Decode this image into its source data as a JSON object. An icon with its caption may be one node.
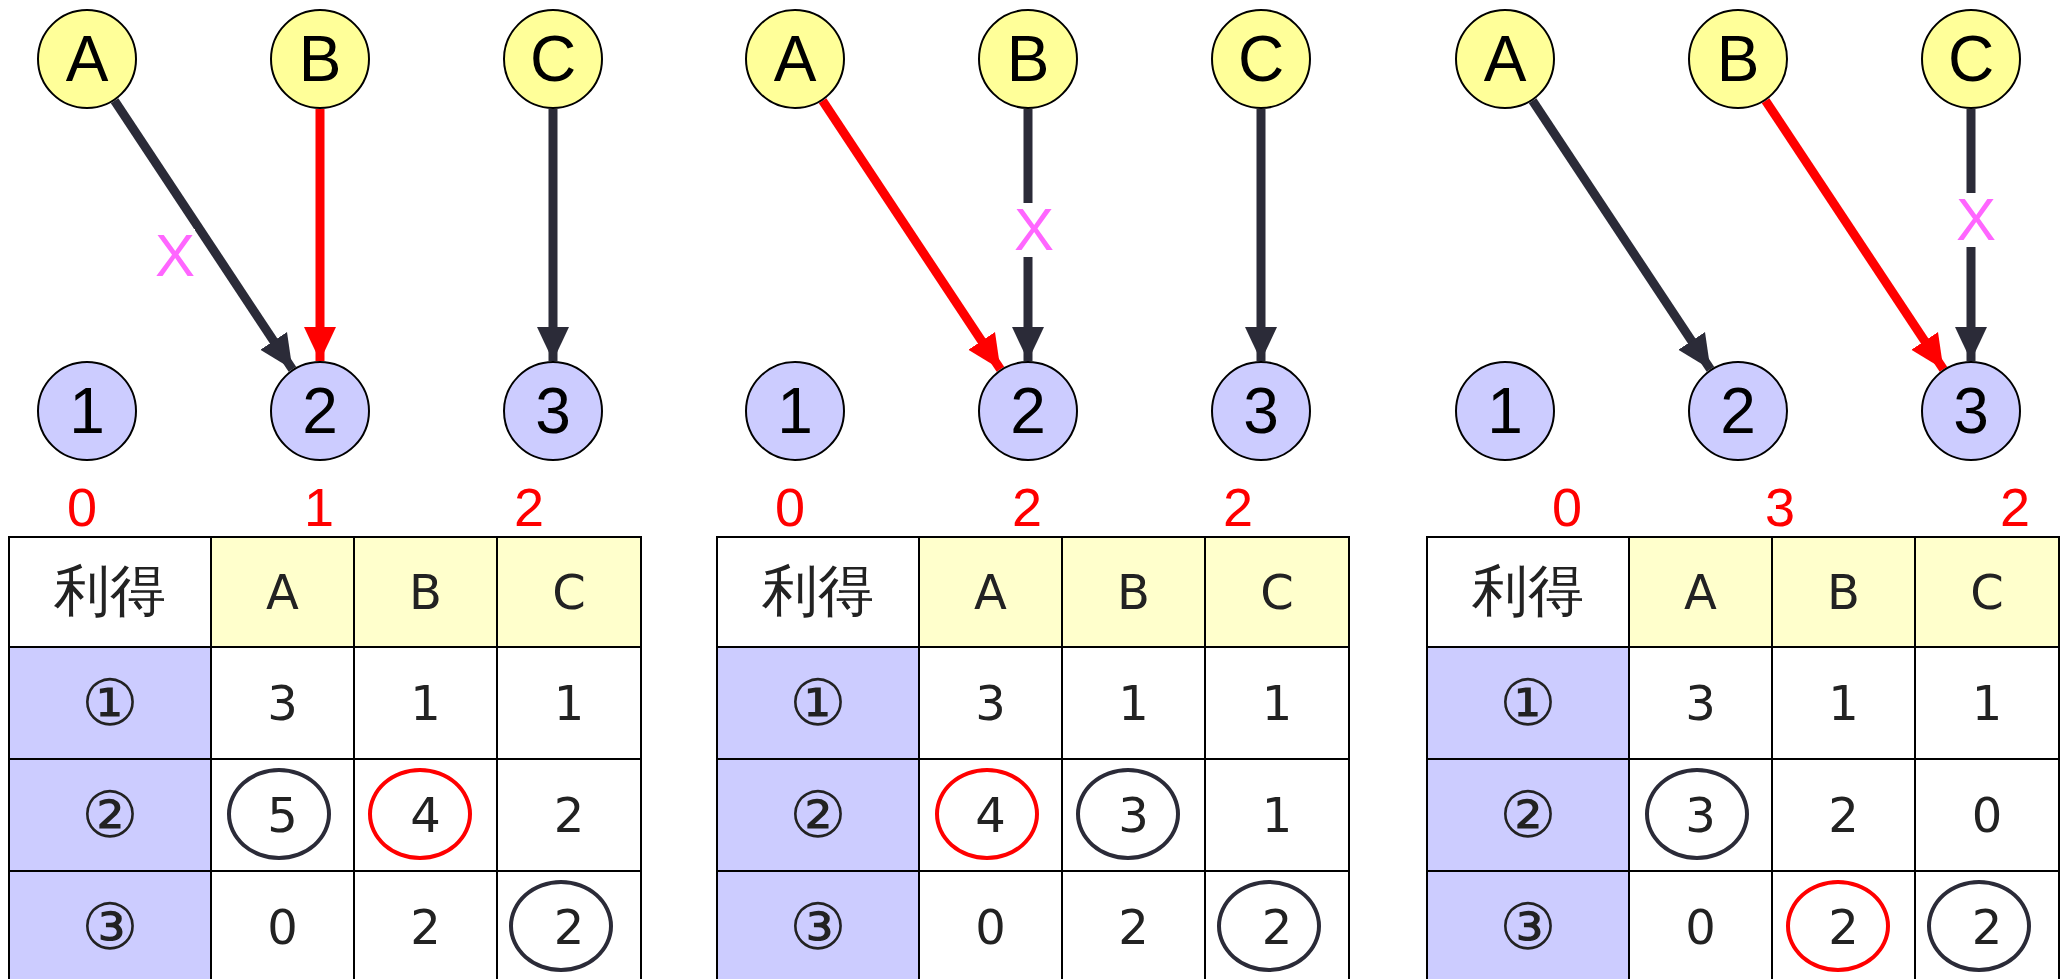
{
  "diagram": {
    "nodes": [
      {
        "text": [
          "A"
        ]
      },
      {
        "text": [
          "B"
        ]
      },
      {
        "text": [
          "C"
        ]
      },
      {
        "text": [
          "1"
        ],
        "beside": [
          "0"
        ]
      },
      {
        "text": [
          "2"
        ],
        "beside": [
          "1"
        ]
      },
      {
        "text": [
          "3"
        ],
        "beside": [
          "2"
        ]
      },
      {
        "text": [
          "A"
        ]
      },
      {
        "text": [
          "B"
        ]
      },
      {
        "text": [
          "C"
        ]
      },
      {
        "text": [
          "1"
        ],
        "beside": [
          "0"
        ]
      },
      {
        "text": [
          "2"
        ],
        "beside": [
          "2"
        ]
      },
      {
        "text": [
          "3"
        ],
        "beside": [
          "2"
        ]
      },
      {
        "text": [
          "A"
        ]
      },
      {
        "text": [
          "B"
        ]
      },
      {
        "text": [
          "C"
        ]
      },
      {
        "text": [
          "1"
        ],
        "beside": [
          "0"
        ]
      },
      {
        "text": [
          "2"
        ],
        "beside": [
          "3"
        ]
      },
      {
        "text": [
          "3"
        ],
        "beside": [
          "2"
        ]
      },
      {
        "text": [],
        "shape": "circle"
      },
      {
        "text": [],
        "shape": "circle"
      },
      {
        "text": [],
        "shape": "circle"
      },
      {
        "text": [],
        "shape": "circle"
      },
      {
        "text": [],
        "shape": "circle"
      },
      {
        "text": [],
        "shape": "circle"
      },
      {
        "text": [],
        "shape": "circle"
      },
      {
        "text": [],
        "shape": "circle"
      },
      {
        "text": [],
        "shape": "circle"
      }
    ],
    "edges": [
      {
        "from": 0,
        "to": 4,
        "arrow": "to",
        "label": "X"
      },
      {
        "from": 1,
        "to": 4,
        "arrow": "to",
        "color": "#ff0000"
      },
      {
        "from": 2,
        "to": 5,
        "arrow": "to"
      },
      {
        "from": 6,
        "to": 10,
        "arrow": "to",
        "color": "#ff0000"
      },
      {
        "from": 7,
        "to": 10,
        "arrow": "to",
        "label": "X"
      },
      {
        "from": 8,
        "to": 11,
        "arrow": "to"
      },
      {
        "from": 12,
        "to": 16,
        "arrow": "to"
      },
      {
        "from": 13,
        "to": 17,
        "arrow": "to",
        "color": "#ff0000"
      },
      {
        "from": 14,
        "to": 17,
        "arrow": "to",
        "label": "X"
      }
    ],
    "labels": [
      "利得",
      "A",
      "B",
      "C",
      "①",
      "3",
      "1",
      "1",
      "②",
      "5",
      "4",
      "2",
      "③",
      "0",
      "2",
      "2",
      "利得",
      "A",
      "B",
      "C",
      "①",
      "3",
      "1",
      "1",
      "②",
      "4",
      "3",
      "1",
      "③",
      "0",
      "2",
      "2",
      "利得",
      "A",
      "B",
      "C",
      "①",
      "3",
      "1",
      "1",
      "②",
      "3",
      "2",
      "0",
      "③",
      "0",
      "2",
      "2"
    ]
  }
}
